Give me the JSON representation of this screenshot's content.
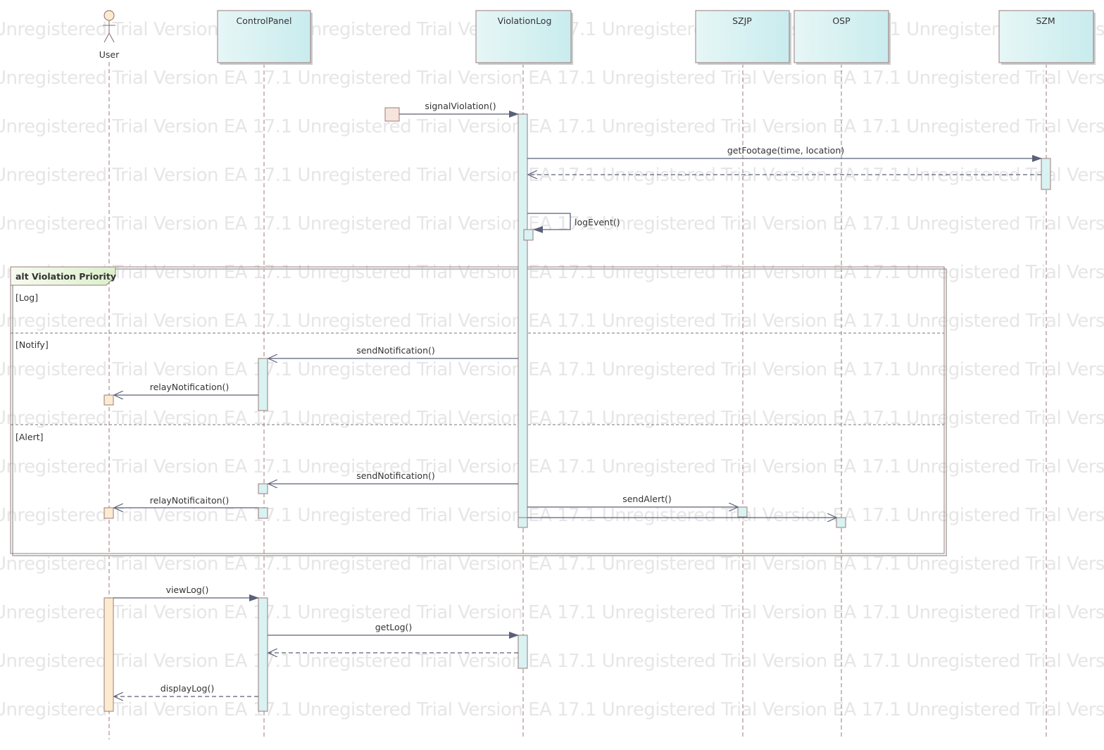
{
  "watermark": "Unregistered Trial Version EA 17.1 Unregistered Trial Version EA 17.1 Unregistered Trial Version EA 17.1 Unregistered Trial Version EA 17.1 Unregistered Trial Version EA",
  "colors": {
    "lifeline_fill": "#d9f2f2",
    "actor_fill": "#fdebd0",
    "border": "#9b7b7b",
    "arrow": "#5a6078",
    "frame_label_fill": "#eaf5e0"
  },
  "lifelines": {
    "user": "User",
    "control_panel": "ControlPanel",
    "violation_log": "ViolationLog",
    "szjp": "SZJP",
    "osp": "OSP",
    "szm": "SZM"
  },
  "messages": {
    "signal_violation": "signalViolation()",
    "get_footage": "getFootage(time, location)",
    "log_event": "logEvent()",
    "send_notification_1": "sendNotification()",
    "relay_notification_1": "relayNotification()",
    "send_notification_2": "sendNotification()",
    "relay_notification_2": "relayNotificaiton()",
    "send_alert": "sendAlert()",
    "view_log": "viewLog()",
    "get_log": "getLog()",
    "display_log": "displayLog()"
  },
  "fragment": {
    "label": "alt Violation Priority",
    "guards": [
      "[Log]",
      "[Notify]",
      "[Alert]"
    ]
  }
}
